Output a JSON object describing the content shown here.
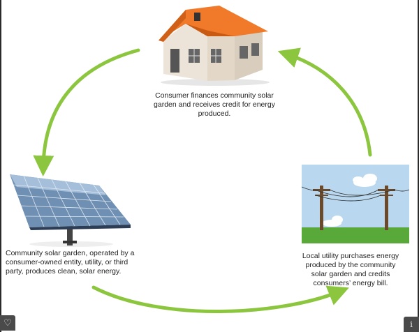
{
  "captions": {
    "top": "Consumer finances community solar\ngarden and receives credit for energy\nproduced.",
    "left": "Community solar garden, operated by a\nconsumer-owned entity, utility, or third\nparty, produces clean, solar energy.",
    "right": "Local utility purchases energy\nproduced by the community\nsolar garden and credits\nconsumers’ energy bill."
  },
  "icons": {
    "house": "house-icon",
    "solar": "solar-panel-icon",
    "utility": "utility-pole-icon",
    "favorite": "heart-icon",
    "info": "info-icon"
  },
  "colors": {
    "arrow": "#8cc63f",
    "roof": "#f07a2a",
    "sky": "#b9d8ef",
    "grass": "#58a83a"
  },
  "controls": {
    "favorite_glyph": "♡",
    "info_glyph": "i"
  }
}
